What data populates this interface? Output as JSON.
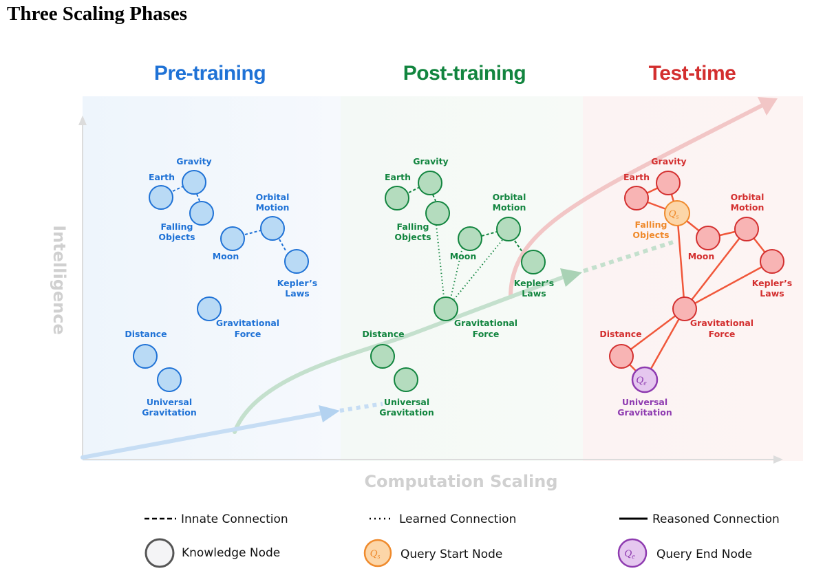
{
  "title": "Three Scaling Phases",
  "colors": {
    "pre": "#1f72d6",
    "post": "#12853f",
    "test": "#d32f2f",
    "query_start": "#ef8a2c",
    "query_end": "#8e3bb0"
  },
  "phases": [
    {
      "key": "pre",
      "title": "Pre-training"
    },
    {
      "key": "post",
      "title": "Post-training"
    },
    {
      "key": "test",
      "title": "Test-time"
    }
  ],
  "node_labels": {
    "earth": [
      "Earth"
    ],
    "gravity": [
      "Gravity"
    ],
    "falling": [
      "Falling",
      "Objects"
    ],
    "moon": [
      "Moon"
    ],
    "orbital": [
      "Orbital",
      "Motion"
    ],
    "kepler": [
      "Kepler’s",
      "Laws"
    ],
    "gforce": [
      "Gravitational",
      "Force"
    ],
    "distance": [
      "Distance"
    ],
    "universal": [
      "Universal",
      "Gravitation"
    ]
  },
  "query_nodes": {
    "start": "Qs",
    "end": "Qe"
  },
  "axes": {
    "x_label": "Computation Scaling",
    "y_label": "Intelligence"
  },
  "legend": {
    "innate": "Innate Connection",
    "learned": "Learned Connection",
    "reasoned": "Reasoned Connection",
    "knowledge": "Knowledge Node",
    "query_start": "Query Start Node",
    "query_end": "Query End Node"
  }
}
